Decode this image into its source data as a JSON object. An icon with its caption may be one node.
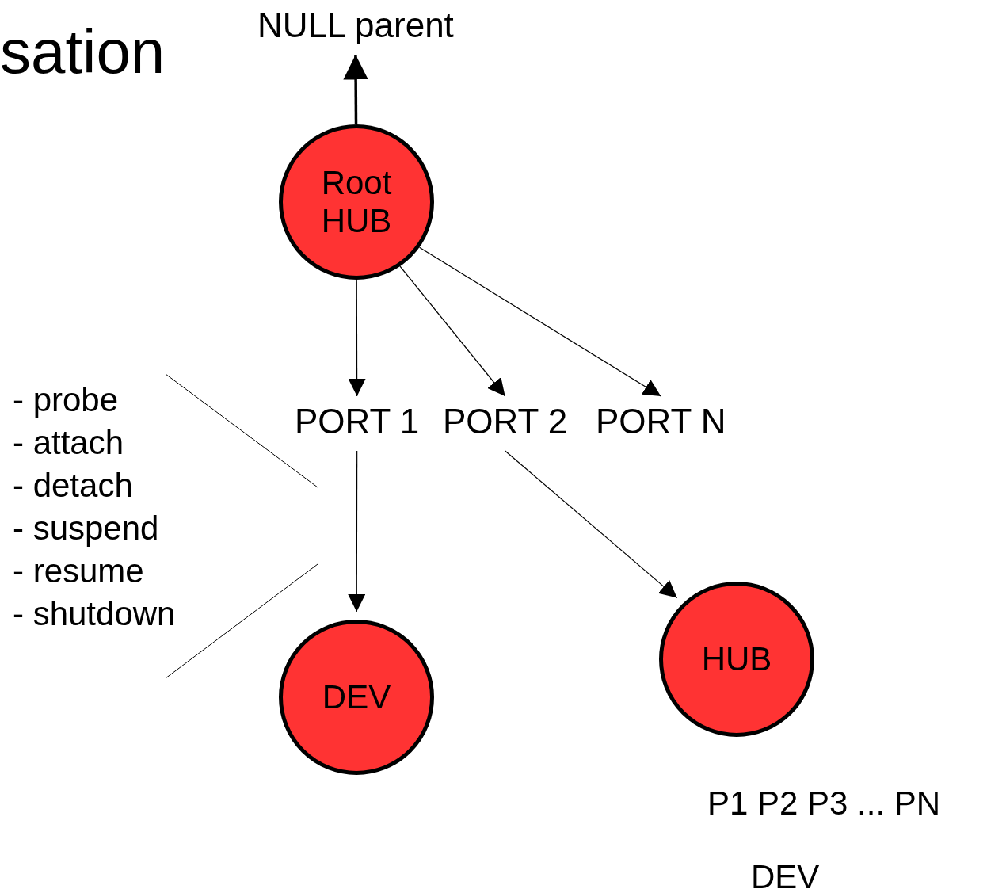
{
  "diagram": {
    "title": "sation",
    "nodes": [
      {
        "text": [
          "NULL parent"
        ]
      },
      {
        "text": [
          "Root HUB"
        ]
      },
      {
        "text": [
          "PORT 1"
        ]
      },
      {
        "text": [
          "PORT 2"
        ]
      },
      {
        "text": [
          "PORT N"
        ]
      },
      {
        "text": [
          "DEV"
        ]
      },
      {
        "text": [
          "HUB"
        ]
      }
    ],
    "edges": [
      {
        "from": 1,
        "to": 0,
        "arrow": "to",
        "style": "thick"
      },
      {
        "from": 1,
        "to": 2,
        "arrow": "to"
      },
      {
        "from": 1,
        "to": 3,
        "arrow": "to"
      },
      {
        "from": 1,
        "to": 4,
        "arrow": "to"
      },
      {
        "from": 2,
        "to": 5,
        "arrow": "to"
      },
      {
        "from": 3,
        "to": 6,
        "arrow": "to"
      }
    ],
    "labels": [
      "- probe",
      "- attach",
      "- detach",
      "- suspend",
      "- resume",
      "- shutdown",
      "P1 P2 P3 ... PN",
      "DEV"
    ]
  }
}
